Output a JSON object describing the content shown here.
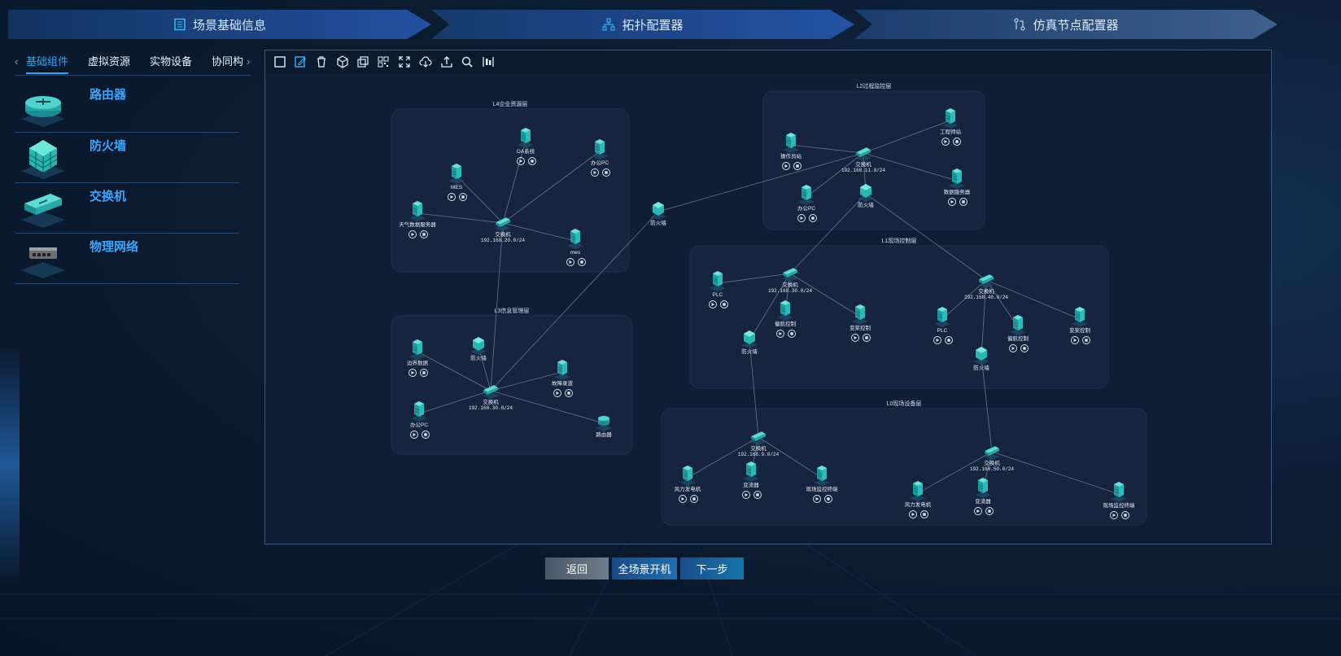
{
  "steps": [
    {
      "label": "场景基础信息",
      "icon": "document-list-icon"
    },
    {
      "label": "拓扑配置器",
      "icon": "topology-icon"
    },
    {
      "label": "仿真节点配置器",
      "icon": "node-config-icon"
    }
  ],
  "sidebar": {
    "tabs": [
      "基础组件",
      "虚拟资源",
      "实物设备",
      "协同构"
    ],
    "active_tab": "基础组件",
    "components": [
      {
        "name": "路由器",
        "icon": "router-icon"
      },
      {
        "name": "防火墙",
        "icon": "firewall-icon"
      },
      {
        "name": "交换机",
        "icon": "switch-icon"
      },
      {
        "name": "物理网络",
        "icon": "physical-network-icon"
      }
    ]
  },
  "toolbar": {
    "tools": [
      "select-icon",
      "edit-icon",
      "delete-icon",
      "cube-icon",
      "copy-icon",
      "grid-layout-icon",
      "fullscreen-icon",
      "download-icon",
      "upload-icon",
      "zoom-icon",
      "align-icon"
    ]
  },
  "topology": {
    "groups": [
      {
        "title": "L4企业资源层"
      },
      {
        "title": "L3信息管理层"
      },
      {
        "title": "L2过程监控层"
      },
      {
        "title": "L1现场控制层"
      },
      {
        "title": "L0现场设备层"
      }
    ],
    "nodes": [
      {
        "label": "OA系统",
        "type": "server",
        "controls": true
      },
      {
        "label": "办公PC",
        "type": "server",
        "controls": true
      },
      {
        "label": "MES",
        "type": "server",
        "controls": true
      },
      {
        "label": "天气数据服务器",
        "type": "server",
        "controls": true
      },
      {
        "label": "交换机",
        "sub": "192.168.20.0/24",
        "type": "switch",
        "controls": false
      },
      {
        "label": "mes",
        "type": "server",
        "controls": true
      },
      {
        "label": "防火墙",
        "type": "firewall",
        "controls": false
      },
      {
        "label": "边界数据",
        "type": "server",
        "controls": true
      },
      {
        "label": "防火墙",
        "type": "firewall",
        "controls": false
      },
      {
        "label": "故障录波",
        "type": "server",
        "controls": true
      },
      {
        "label": "交换机",
        "sub": "192.168.30.0/24",
        "type": "switch",
        "controls": false
      },
      {
        "label": "办公PC",
        "type": "server",
        "controls": true
      },
      {
        "label": "路由器",
        "type": "router",
        "controls": false
      },
      {
        "label": "工程师站",
        "type": "server",
        "controls": true
      },
      {
        "label": "操作员站",
        "type": "server",
        "controls": true
      },
      {
        "label": "交换机",
        "sub": "192.168.11.0/24",
        "type": "switch",
        "controls": false
      },
      {
        "label": "数据服务器",
        "type": "server",
        "controls": true
      },
      {
        "label": "办公PC",
        "type": "server",
        "controls": true
      },
      {
        "label": "防火墙",
        "type": "firewall",
        "controls": false
      },
      {
        "label": "PLC",
        "type": "server",
        "controls": true
      },
      {
        "label": "交换机",
        "sub": "192.168.30.0/24",
        "type": "switch",
        "controls": false
      },
      {
        "label": "偏航控制",
        "type": "server",
        "controls": true
      },
      {
        "label": "变桨控制",
        "type": "server",
        "controls": true
      },
      {
        "label": "防火墙",
        "type": "firewall",
        "controls": false
      },
      {
        "label": "交换机",
        "sub": "192.168.40.0/24",
        "type": "switch",
        "controls": false
      },
      {
        "label": "PLC",
        "type": "server",
        "controls": true
      },
      {
        "label": "偏航控制",
        "type": "server",
        "controls": true
      },
      {
        "label": "变桨控制",
        "type": "server",
        "controls": true
      },
      {
        "label": "防火墙",
        "type": "firewall",
        "controls": false
      },
      {
        "label": "交换机",
        "sub": "192.168.9.0/24",
        "type": "switch",
        "controls": false
      },
      {
        "label": "风力发电机",
        "type": "server",
        "controls": true
      },
      {
        "label": "变流器",
        "type": "server",
        "controls": true
      },
      {
        "label": "现场监控终端",
        "type": "server",
        "controls": true
      },
      {
        "label": "交换机",
        "sub": "192.168.50.0/24",
        "type": "switch",
        "controls": false
      },
      {
        "label": "风力发电机",
        "type": "server",
        "controls": true
      },
      {
        "label": "变流器",
        "type": "server",
        "controls": true
      },
      {
        "label": "现场监控终端",
        "type": "server",
        "controls": true
      }
    ]
  },
  "footer": {
    "back_label": "返回",
    "start_all_label": "全场景开机",
    "next_label": "下一步"
  },
  "colors": {
    "accent": "#29a7ff",
    "node_teal": "#2ec7c9",
    "panel_bg": "#0f1e35",
    "group_bg": "#15243d"
  }
}
